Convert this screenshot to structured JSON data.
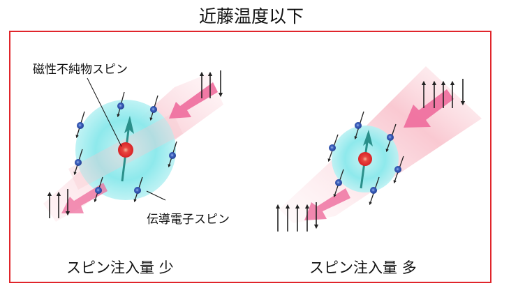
{
  "title": "近藤温度以下",
  "colors": {
    "frame": "#e0252b",
    "impurity_ball": "#e0252b",
    "impurity_arrow": "#2a8f8a",
    "cloud": "#7fe6ea",
    "electron": "#2f56b0",
    "beam": "#f7b9c3",
    "beam_arrow": "#ee6c9c",
    "spin_arrow": "#222222"
  },
  "labels": {
    "impurity_spin": "磁性不純物スピン",
    "conduction_spin": "伝導電子スピン"
  },
  "panels": [
    {
      "id": "low",
      "caption": "スピン注入量 少",
      "incoming_spins": [
        "up",
        "up",
        "down"
      ],
      "outgoing_spins": [
        "up",
        "up",
        "down"
      ],
      "electron_count": 7
    },
    {
      "id": "high",
      "caption": "スピン注入量 多",
      "incoming_spins": [
        "up",
        "up",
        "up",
        "up",
        "down"
      ],
      "outgoing_spins": [
        "up",
        "up",
        "up",
        "up",
        "down"
      ],
      "electron_count": 6
    }
  ]
}
